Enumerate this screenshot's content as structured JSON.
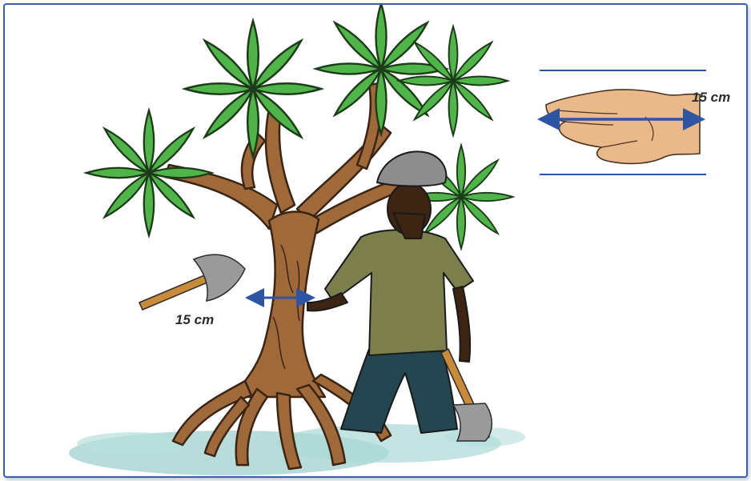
{
  "measurements": {
    "hand_width_label": "15 cm",
    "trunk_diameter_label": "15 cm"
  },
  "colors": {
    "frame_border": "#3b5fb0",
    "measure_arrow": "#2e55a3",
    "leaf": "#4fb548",
    "leaf_outline": "#1d3b1a",
    "bark": "#a0693a",
    "bark_outline": "#3a2414",
    "shirt": "#7c7e4c",
    "trousers": "#234650",
    "skin": "#3e2412",
    "hat": "#8d8d8d",
    "axe_blade": "#9a9a9a",
    "axe_handle": "#c98a3a",
    "water": "#9fd0cf"
  },
  "icons": [
    "hand-icon",
    "axe-icon",
    "tree-illustration",
    "person-illustration",
    "double-arrow-icon"
  ]
}
